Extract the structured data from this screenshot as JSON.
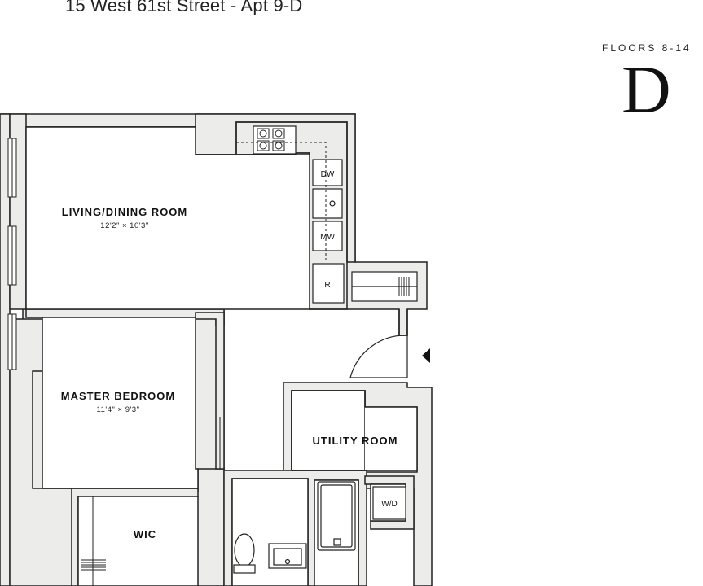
{
  "header": {
    "address": "15 West 61st Street - Apt 9-D",
    "floors": "FLOORS 8-14",
    "unit": "D"
  },
  "rooms": {
    "living": {
      "name": "LIVING/DINING ROOM",
      "dims": "12'2\" × 10'3\""
    },
    "bedroom": {
      "name": "MASTER BEDROOM",
      "dims": "11'4\" × 9'3\""
    },
    "utility": {
      "name": "UTILITY ROOM"
    },
    "wic": {
      "name": "WIC"
    }
  },
  "fixtures": {
    "dw": "DW",
    "mw": "MW",
    "r": "R",
    "wd": "W/D"
  },
  "colors": {
    "wall_fill": "#ecedea",
    "wall_stroke": "#222222"
  }
}
